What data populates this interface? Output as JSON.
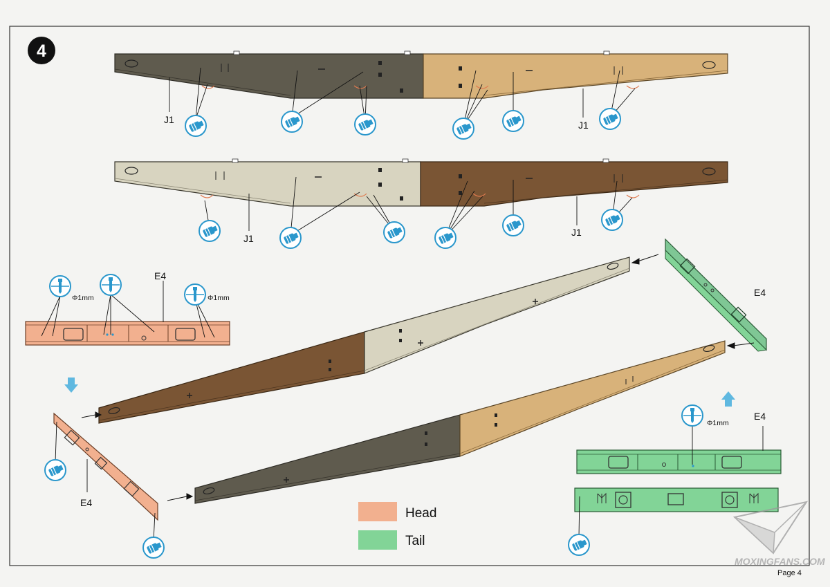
{
  "step": {
    "number": "4"
  },
  "part_labels": {
    "j1_top_left": "J1",
    "j1_top_right": "J1",
    "j1_second_left": "J1",
    "j1_second_right": "J1",
    "e4_head_top": "E4",
    "e4_tail_right": "E4",
    "e4_head_left": "E4",
    "e4_tail_bottom": "E4"
  },
  "drill_labels": {
    "head_left": "Φ1mm",
    "head_right": "Φ1mm",
    "tail": "Φ1mm"
  },
  "legend": {
    "items": [
      {
        "label": "Head",
        "color": "#f2b08f"
      },
      {
        "label": "Tail",
        "color": "#82d497"
      }
    ]
  },
  "colors": {
    "dark_grey": "#5f5b4e",
    "tan": "#d8b27a",
    "light_grey": "#d8d4c0",
    "brown": "#7a5534",
    "head_part": "#f2b08f",
    "tail_part": "#82d497",
    "glue_icon": "#2a97cc"
  },
  "footer": {
    "watermark": "MOXINGFANS.COM",
    "page": "Page 4"
  }
}
